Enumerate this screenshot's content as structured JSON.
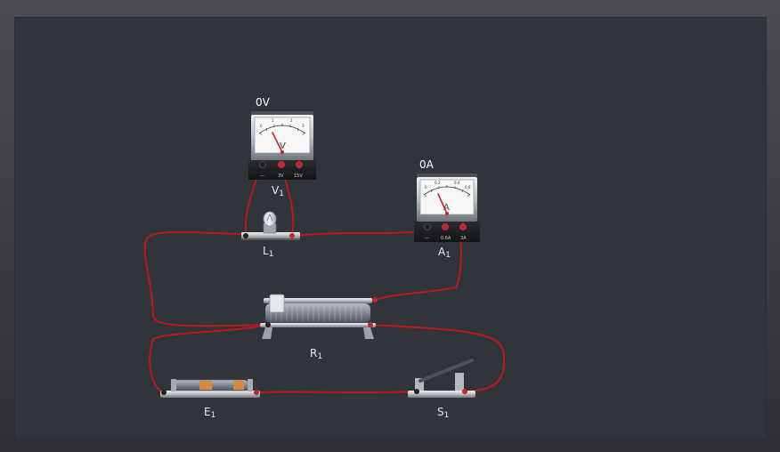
{
  "meters": {
    "voltmeter": {
      "reading": "0V",
      "unit_symbol": "V",
      "name": "V",
      "sub": "1",
      "scale_labels": [
        "0",
        "1",
        "2",
        "3"
      ],
      "terminals": [
        "—",
        "3V",
        "15V"
      ]
    },
    "ammeter": {
      "reading": "0A",
      "unit_symbol": "A",
      "name": "A",
      "sub": "1",
      "scale_labels": [
        "0",
        "0.2",
        "0.4",
        "0.6"
      ],
      "terminals": [
        "—",
        "0.6A",
        "3A"
      ]
    }
  },
  "components": {
    "lamp": {
      "name": "L",
      "sub": "1"
    },
    "rheostat": {
      "name": "R",
      "sub": "1"
    },
    "battery": {
      "name": "E",
      "sub": "1"
    },
    "switch": {
      "name": "S",
      "sub": "1"
    }
  },
  "colors": {
    "wire": "#c0161b",
    "background": "#30343b",
    "needle": "#c8242a",
    "terminal_red": "#c3262b",
    "terminal_black": "#222222"
  }
}
